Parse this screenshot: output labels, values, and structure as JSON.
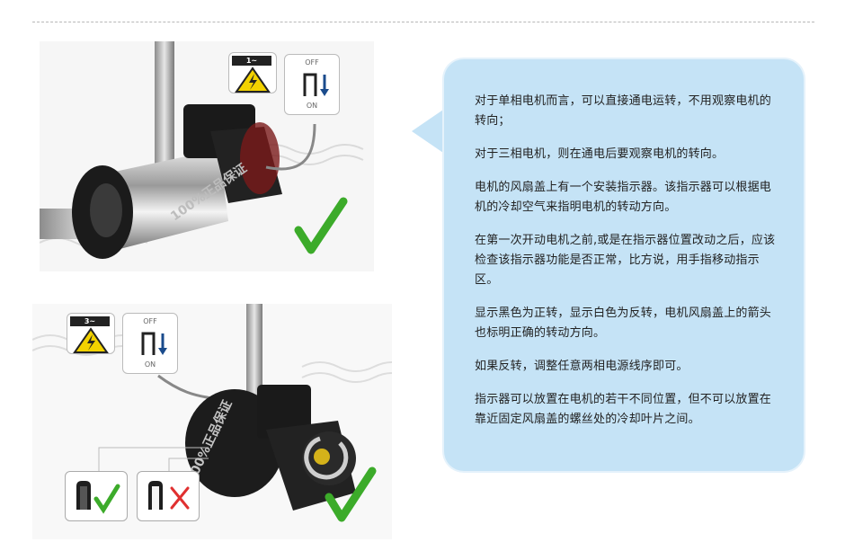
{
  "top_panel": {
    "warning_label": "1~",
    "switch": {
      "off": "OFF",
      "on": "ON"
    },
    "result": "check"
  },
  "bottom_panel": {
    "warning_label": "3~",
    "switch": {
      "off": "OFF",
      "on": "ON"
    },
    "indicator_ok": "check",
    "indicator_wrong": "cross"
  },
  "callout": {
    "paragraphs": [
      "对于单相电机而言，可以直接通电运转，不用观察电机的转向；",
      "对于三相电机，则在通电后要观察电机的转向。",
      "电机的风扇盖上有一个安装指示器。该指示器可以根据电机的冷却空气来指明电机的转动方向。",
      "在第一次开动电机之前,或是在指示器位置改动之后，应该检查该指示器功能是否正常，比方说，用手指移动指示区。",
      "显示黑色为正转，显示白色为反转，电机风扇盖上的箭头也标明正确的转动方向。",
      "如果反转，调整任意两相电源线序即可。",
      "指示器可以放置在电机的若干不同位置，但不可以放置在靠近固定风扇盖的螺丝处的冷却叶片之间。"
    ]
  },
  "colors": {
    "callout_bg": "#c5e3f6",
    "check": "#3cab2a",
    "cross": "#e03030",
    "warning": "#f2d200"
  }
}
